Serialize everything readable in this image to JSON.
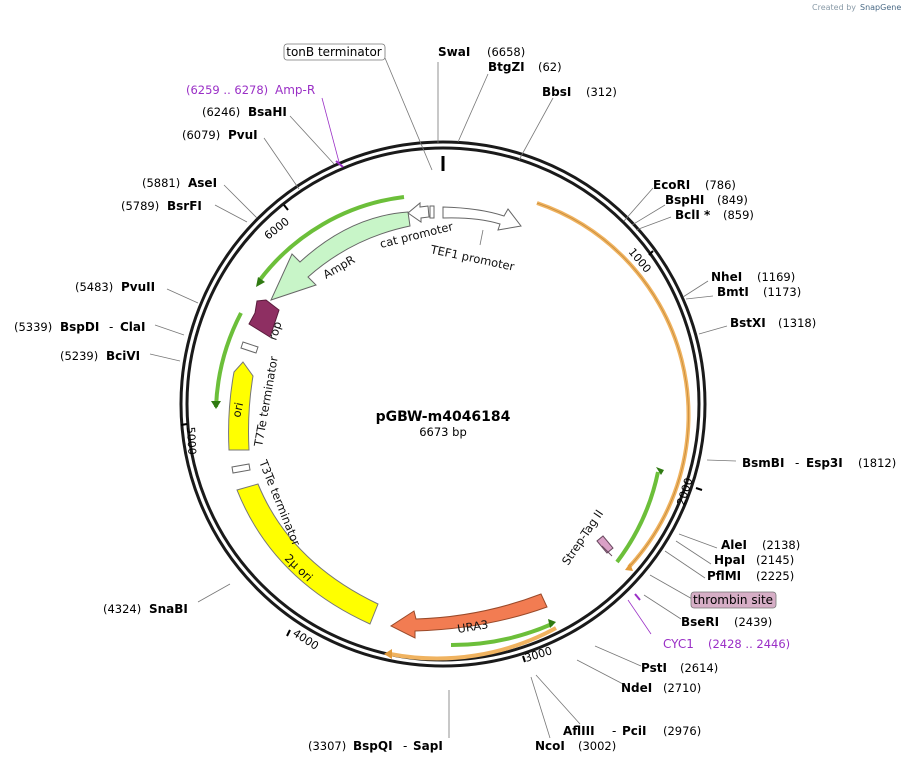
{
  "credit": {
    "prefix": "Created by",
    "brand": "SnapGene"
  },
  "plasmid": {
    "name": "pGBW-m4046184",
    "length": "6673 bp",
    "length_num": 6673
  },
  "ticks": [
    "1000",
    "2000",
    "3000",
    "4000",
    "5000",
    "6000"
  ],
  "sites": {
    "swai": {
      "name": "SwaI",
      "pos": "(6658)"
    },
    "btgzi": {
      "name": "BtgZI",
      "pos": "(62)"
    },
    "bbsi": {
      "name": "BbsI",
      "pos": "(312)"
    },
    "ecori": {
      "name": "EcoRI",
      "pos": "(786)"
    },
    "bsphi": {
      "name": "BspHI",
      "pos": "(849)"
    },
    "bcli": {
      "name": "BclI *",
      "pos": "(859)"
    },
    "nhei": {
      "name": "NheI",
      "pos": "(1169)"
    },
    "bmti": {
      "name": "BmtI",
      "pos": "(1173)"
    },
    "bstxi": {
      "name": "BstXI",
      "pos": "(1318)"
    },
    "bsmbi": {
      "name": "BsmBI",
      "sep": "-",
      "name2": "Esp3I",
      "pos": "(1812)"
    },
    "alei": {
      "name": "AleI",
      "pos": "(2138)"
    },
    "hpai": {
      "name": "HpaI",
      "pos": "(2145)"
    },
    "pflmi": {
      "name": "PflMI",
      "pos": "(2225)"
    },
    "bseri": {
      "name": "BseRI",
      "pos": "(2439)"
    },
    "psti": {
      "name": "PstI",
      "pos": "(2614)"
    },
    "ndei": {
      "name": "NdeI",
      "pos": "(2710)"
    },
    "afliii": {
      "name": "AflIII",
      "sep": "-",
      "name2": "PciI",
      "pos": "(2976)"
    },
    "ncoi": {
      "name": "NcoI",
      "pos": "(3002)"
    },
    "bspqi": {
      "name": "BspQI",
      "sep": "-",
      "name2": "SapI",
      "pos": "(3307)"
    },
    "snabi": {
      "name": "SnaBI",
      "pos": "(4324)"
    },
    "bcivi": {
      "name": "BciVI",
      "pos": "(5239)"
    },
    "bspdi": {
      "name": "BspDI",
      "sep": "-",
      "name2": "ClaI",
      "pos": "(5339)"
    },
    "pvuii": {
      "name": "PvuII",
      "pos": "(5483)"
    },
    "bsrfi": {
      "name": "BsrFI",
      "pos": "(5789)"
    },
    "asei": {
      "name": "AseI",
      "pos": "(5881)"
    },
    "pvui": {
      "name": "PvuI",
      "pos": "(6079)"
    },
    "bsahi": {
      "name": "BsaHI",
      "pos": "(6246)"
    }
  },
  "primers": {
    "ampr": {
      "range": "(6259 .. 6278)",
      "name": "Amp-R"
    },
    "cyc1": {
      "name": "CYC1",
      "range": "(2428 .. 2446)"
    }
  },
  "boxed": {
    "tonb": "tonB terminator",
    "thrombin": "thrombin site"
  },
  "features": {
    "cat_promoter": "cat promoter",
    "tef1_promoter": "TEF1 promoter",
    "ampr": "AmpR",
    "rop": "rop",
    "ori": "ori",
    "t7te": "T7Te terminator",
    "t3te": "T3Te terminator",
    "two_micron": "2μ ori",
    "ura3": "URA3",
    "strep": "Strep-Tag II"
  },
  "colors": {
    "backbone": "#1a1a1a",
    "orange_feature": "#f0b360",
    "green_feature": "#6cbf3a",
    "ampr": "#c8f5c8",
    "rop": "#8e2f62",
    "ori": "#ffff00",
    "ura3": "#f27c52",
    "primer": "#9a2fc6",
    "thrombin": "#d6aec6"
  }
}
